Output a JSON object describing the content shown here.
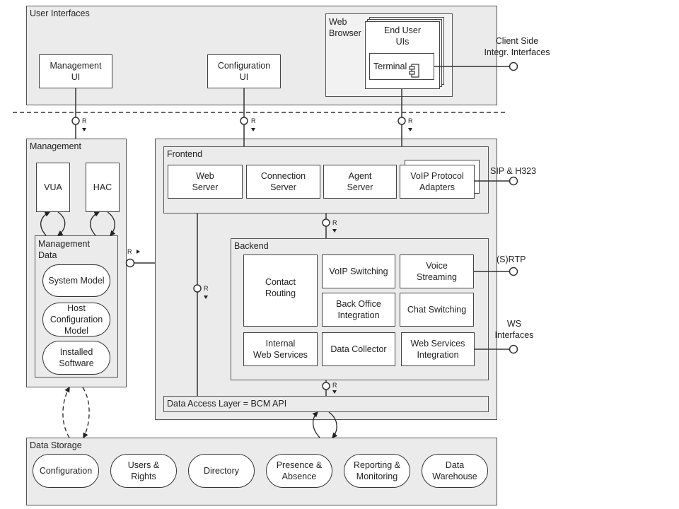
{
  "packages": {
    "user_interfaces": {
      "title": "User Interfaces"
    },
    "management": {
      "title": "Management"
    },
    "management_data": {
      "title": "Management\nData"
    },
    "frontend": {
      "title": "Frontend"
    },
    "backend": {
      "title": "Backend"
    },
    "data_storage": {
      "title": "Data Storage"
    },
    "web_browser": {
      "title": "Web\nBrowser"
    }
  },
  "ui_components": {
    "management_ui": "Management\nUI",
    "configuration_ui": "Configuration\nUI",
    "end_user_uis": "End User\nUIs",
    "terminal": "Terminal"
  },
  "management_components": {
    "vua": "VUA",
    "hac": "HAC",
    "system_model": "System Model",
    "host_configuration_model": "Host\nConfiguration\nModel",
    "installed_software": "Installed\nSoftware"
  },
  "frontend_components": [
    "Web\nServer",
    "Connection\nServer",
    "Agent\nServer",
    "VoIP Protocol\nAdapters"
  ],
  "backend_components": {
    "contact_routing": "Contact\nRouting",
    "voip_switching": "VoIP Switching",
    "voice_streaming": "Voice\nStreaming",
    "back_office_integration": "Back Office\nIntegration",
    "chat_switching": "Chat Switching",
    "internal_web_services": "Internal\nWeb Services",
    "data_collector": "Data Collector",
    "web_services_integration": "Web Services\nIntegration"
  },
  "data_access_layer": "Data Access Layer = BCM API",
  "data_storage_items": [
    "Configuration",
    "Users &\nRights",
    "Directory",
    "Presence &\nAbsence",
    "Reporting &\nMonitoring",
    "Data\nWarehouse"
  ],
  "external_interfaces": {
    "client_side": "Client Side\nIntegr. Interfaces",
    "sip_h323": "SIP & H323",
    "srtp": "(S)RTP",
    "ws_interfaces": "WS\nInterfaces"
  },
  "required_label": "R"
}
